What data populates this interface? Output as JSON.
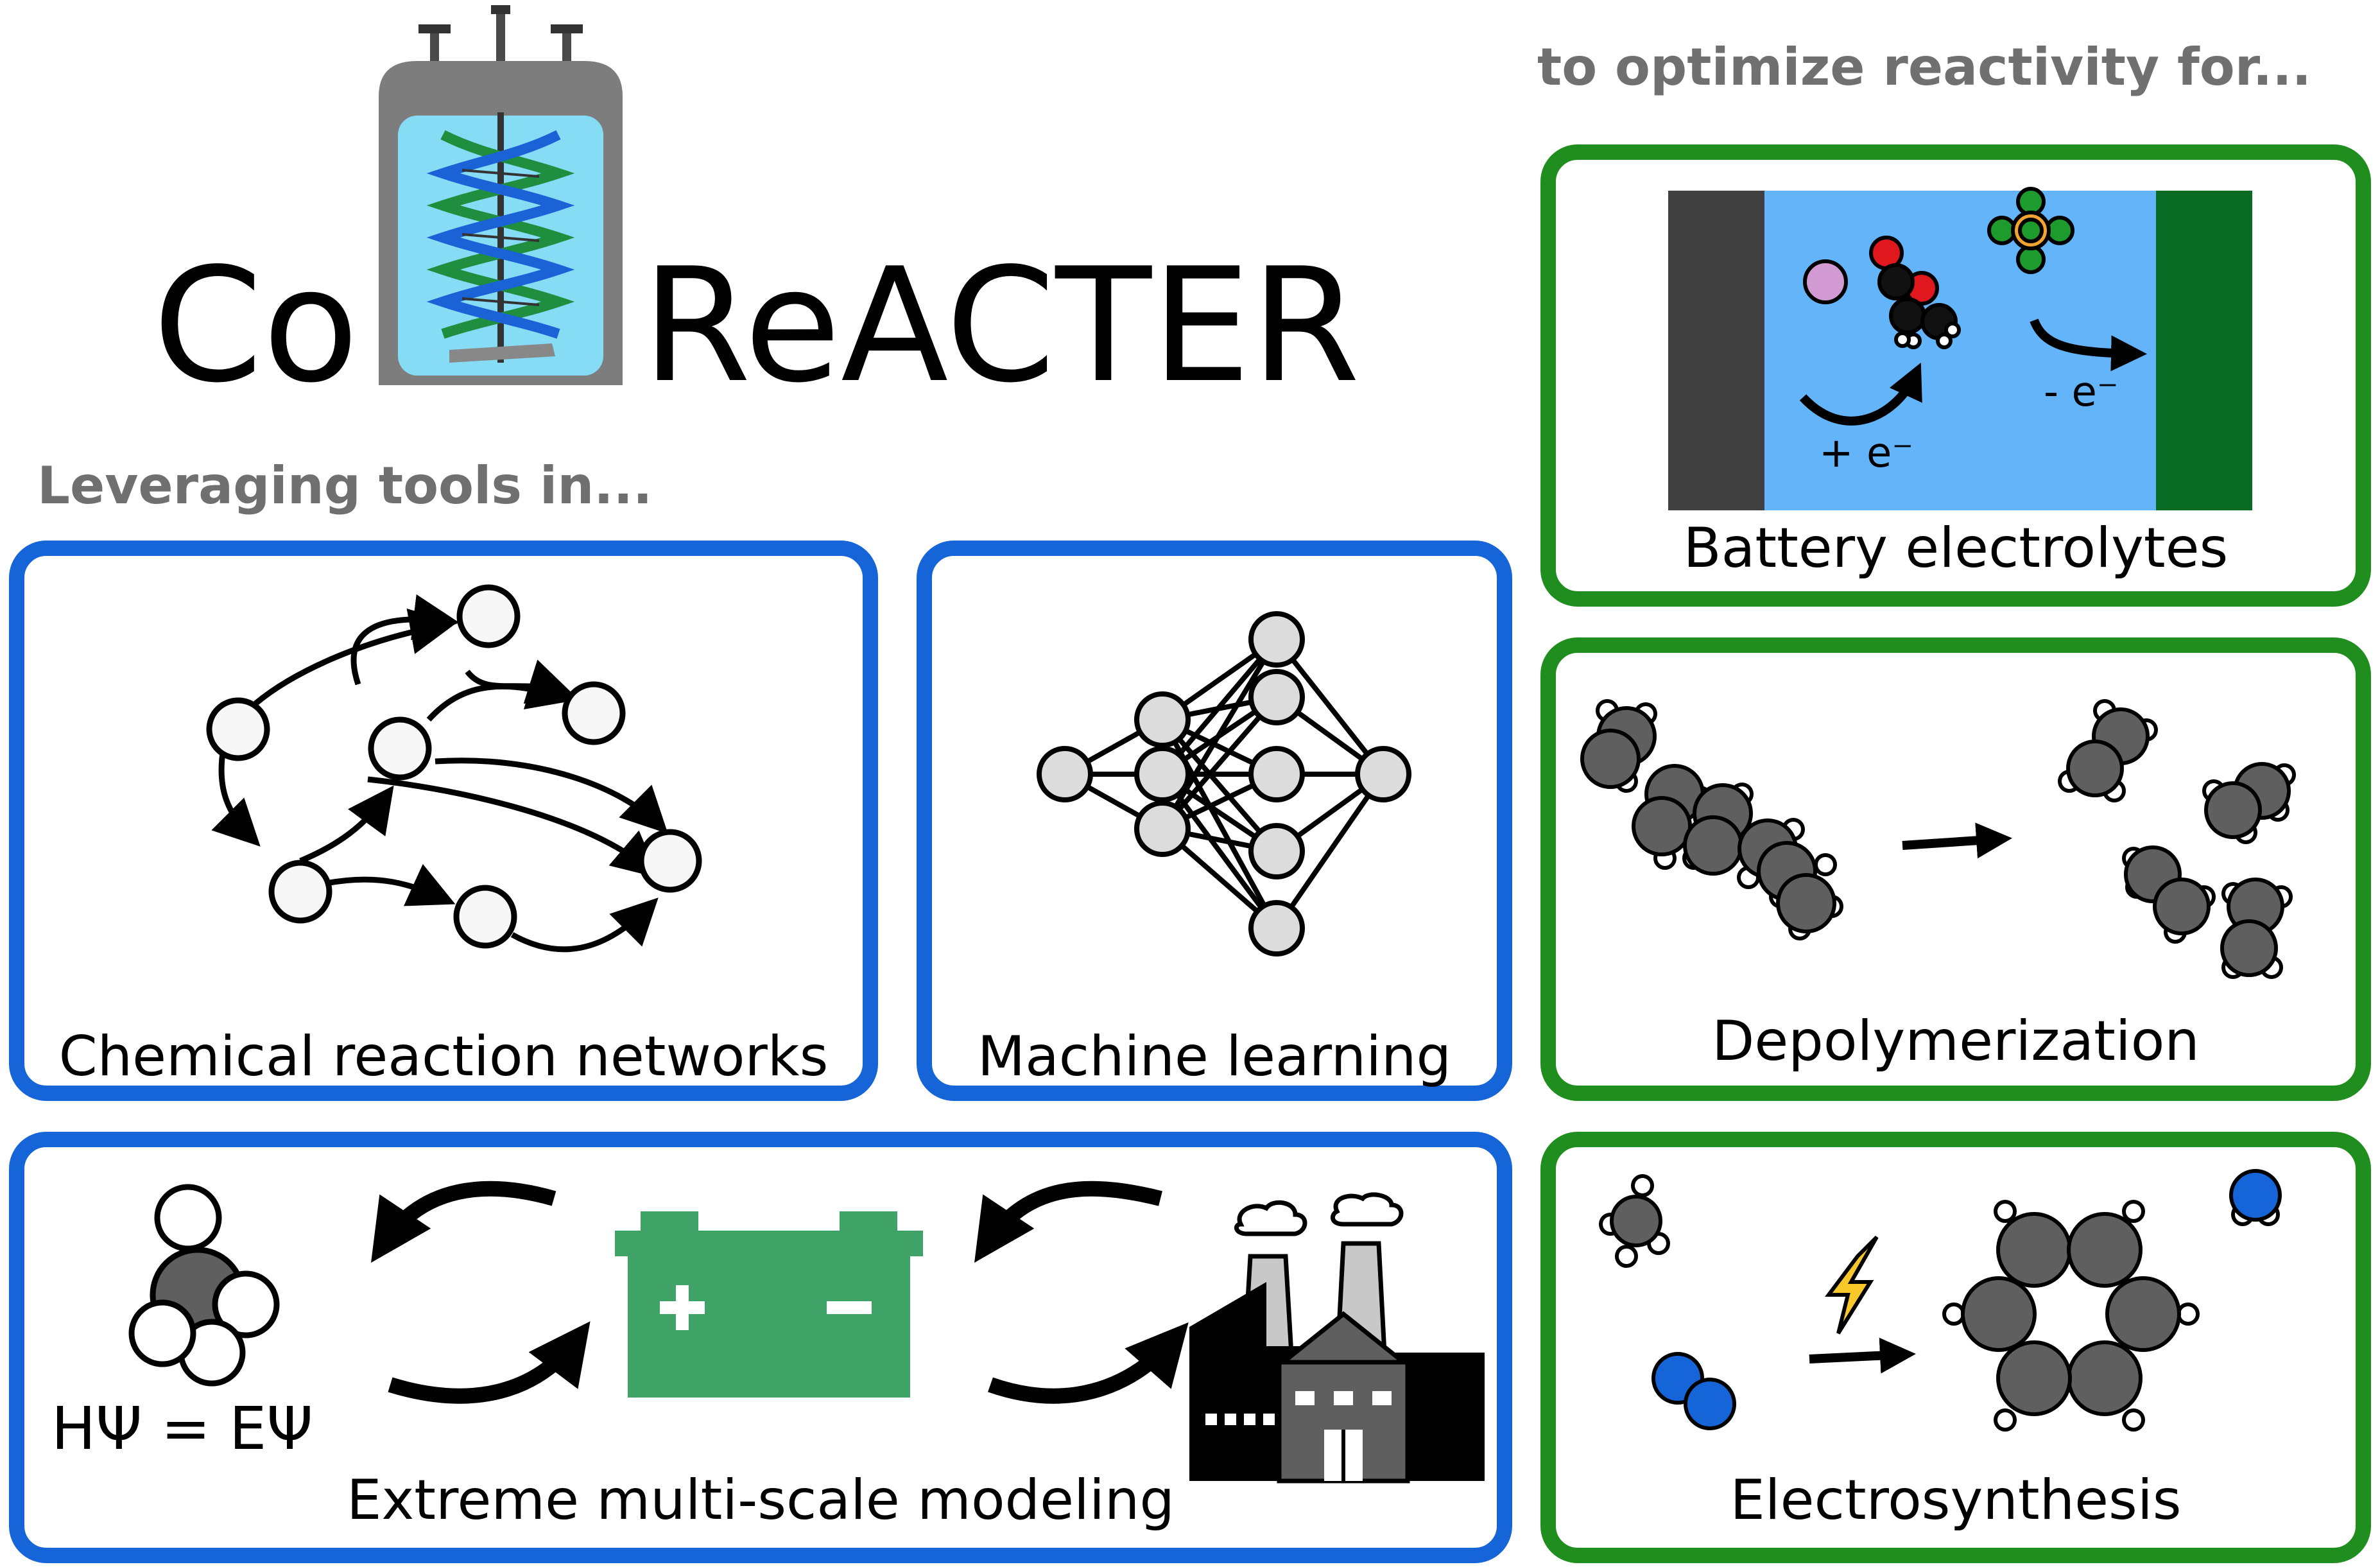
{
  "logo": {
    "left_text": "Co",
    "right_text": "ReACTER"
  },
  "headings": {
    "tools": "Leveraging tools in...",
    "applications": "to optimize reactivity for..."
  },
  "tools": {
    "crn_label": "Chemical reaction networks",
    "ml_label": "Machine learning",
    "multiscale_label": "Extreme multi-scale modeling",
    "equation": "HΨ = EΨ"
  },
  "applications": {
    "battery_label": "Battery electrolytes",
    "depoly_label": "Depolymerization",
    "electro_label": "Electrosynthesis",
    "reduction": "+ e⁻",
    "oxidation": "- e⁻"
  },
  "colors": {
    "tools_border": "#1565d8",
    "applications_border": "#1f8e1f",
    "heading_gray": "#707070",
    "electrolyte_blue": "#64b4fa",
    "battery_green": "#3fa267",
    "carbon_gray": "#5f5f5f",
    "node_gray": "#dcdcdc"
  },
  "icons": [
    "reactor-vessel-icon",
    "dna-helix-icon",
    "battery-icon",
    "factory-icon",
    "lightning-icon",
    "molecule-icon",
    "neural-network-icon",
    "reaction-network-icon"
  ]
}
